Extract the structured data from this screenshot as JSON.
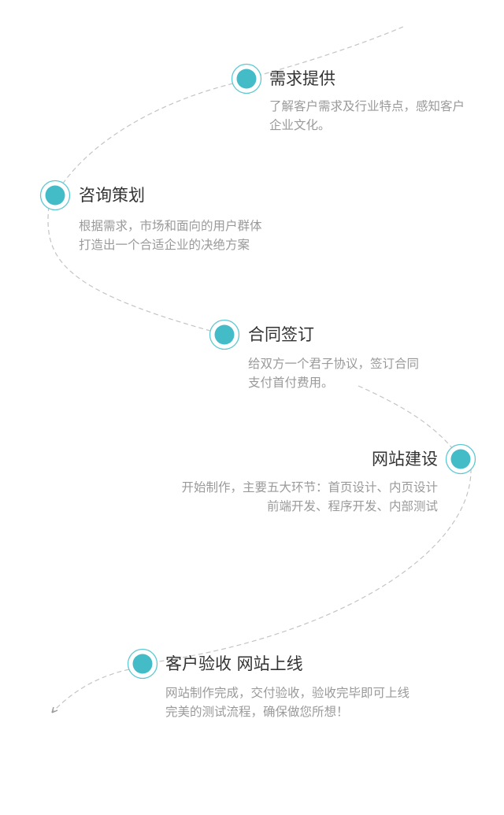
{
  "colors": {
    "accent": "#44bcc8",
    "ring": "#5ec8d2",
    "title": "#333333",
    "description": "#9a9a9a",
    "path": "#c4c4c4"
  },
  "steps": [
    {
      "title": "需求提供",
      "lines": [
        "了解客户需求及行业特点，感知客户",
        "企业文化。"
      ]
    },
    {
      "title": "咨询策划",
      "lines": [
        "根据需求，市场和面向的用户群体",
        "打造出一个合适企业的决绝方案"
      ]
    },
    {
      "title": "合同签订",
      "lines": [
        "给双方一个君子协议，签订合同",
        "支付首付费用。"
      ]
    },
    {
      "title": "网站建设",
      "lines": [
        "开始制作，主要五大环节：首页设计、内页设计",
        "前端开发、程序开发、内部测试"
      ]
    },
    {
      "title": "客户验收 网站上线",
      "lines": [
        "网站制作完成，交付验收，验收完毕即可上线",
        "完美的测试流程，确保做您所想！"
      ]
    }
  ]
}
